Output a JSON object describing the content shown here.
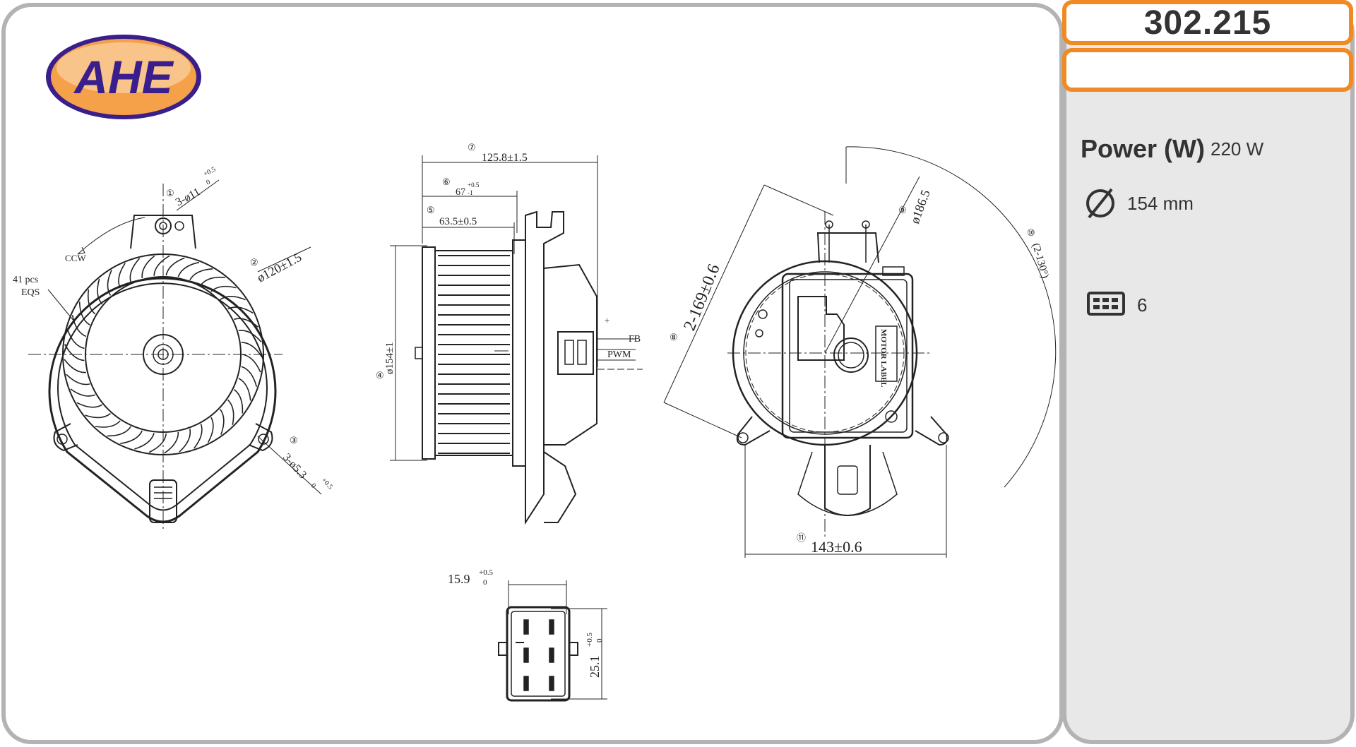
{
  "brand": {
    "logo_text": "AHE"
  },
  "header": {
    "part_number": "302.215"
  },
  "specs": {
    "power_label": "Power (W)",
    "power_value": "220 W",
    "diameter_value": "154 mm",
    "connector_value": "6"
  },
  "drawing": {
    "front_view": {
      "note_holes_top": "3-ø11",
      "note_holes_top_tol_upper": "+0.5",
      "note_holes_top_tol_lower": "0",
      "rotation": "CCW",
      "blades_count": "41 pcs",
      "blades_spacing": "EQS",
      "wheel_diameter": "ø120±1.5",
      "note_holes_bottom": "3-ø5.3",
      "note_holes_bottom_tol_upper": "+0.5",
      "note_holes_bottom_tol_lower": "0",
      "callouts": [
        "①",
        "②",
        "③"
      ]
    },
    "side_view": {
      "overall_length": "125.8±1.5",
      "length_67": "67",
      "length_67_tol_upper": "+0.5",
      "length_67_tol_lower": "-1",
      "length_63": "63.5±0.5",
      "wheel_height": "ø154±1",
      "pin_plus": "+",
      "pin_fb": "FB",
      "pin_pwm": "PWM",
      "callouts": [
        "⑦",
        "⑥",
        "⑤",
        "④"
      ]
    },
    "rear_view": {
      "diameter_186": "ø186.5",
      "mount_spacing": "2-169±0.6",
      "angle": "(2-130°)",
      "width_143": "143±0.6",
      "label_text": "MOTOR LABEL",
      "callouts": [
        "⑧",
        "⑨",
        "⑩",
        "⑪"
      ]
    },
    "connector_view": {
      "width": "15.9",
      "width_tol_upper": "+0.5",
      "width_tol_lower": "0",
      "height": "25.1",
      "height_tol_upper": "+0.5",
      "height_tol_lower": "0"
    }
  }
}
